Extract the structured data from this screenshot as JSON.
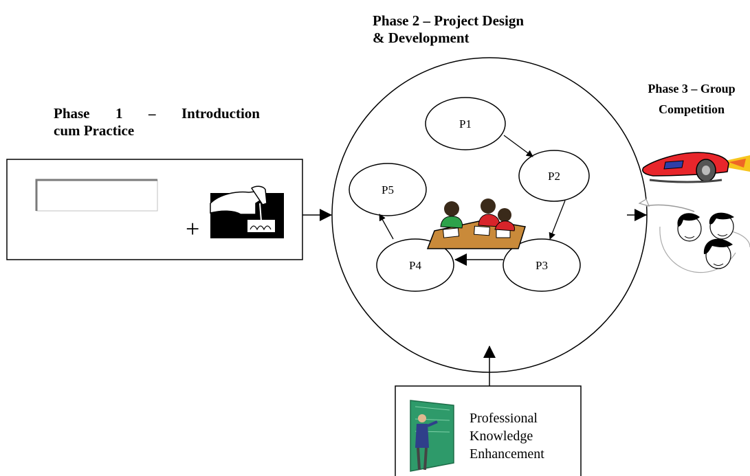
{
  "phase1": {
    "title_word1": "Phase",
    "title_word2": "1",
    "title_word3": "–",
    "title_word4": "Introduction",
    "title_line2": "cum Practice",
    "plus_sign": "+"
  },
  "phase2": {
    "title_line1": "Phase 2 – Project Design",
    "title_line2": "& Development",
    "nodes": [
      "P1",
      "P2",
      "P3",
      "P4",
      "P5"
    ]
  },
  "phase3": {
    "title_line1": "Phase 3 – Group",
    "title_line2": "Competition"
  },
  "knowledge": {
    "line1": "Professional",
    "line2": "Knowledge",
    "line3": "Enhancement"
  },
  "colors": {
    "stroke": "#000000",
    "car_red": "#e8262b",
    "flame": "#f7c51e",
    "board_green": "#2e9a6a",
    "table": "#c98a3a"
  }
}
